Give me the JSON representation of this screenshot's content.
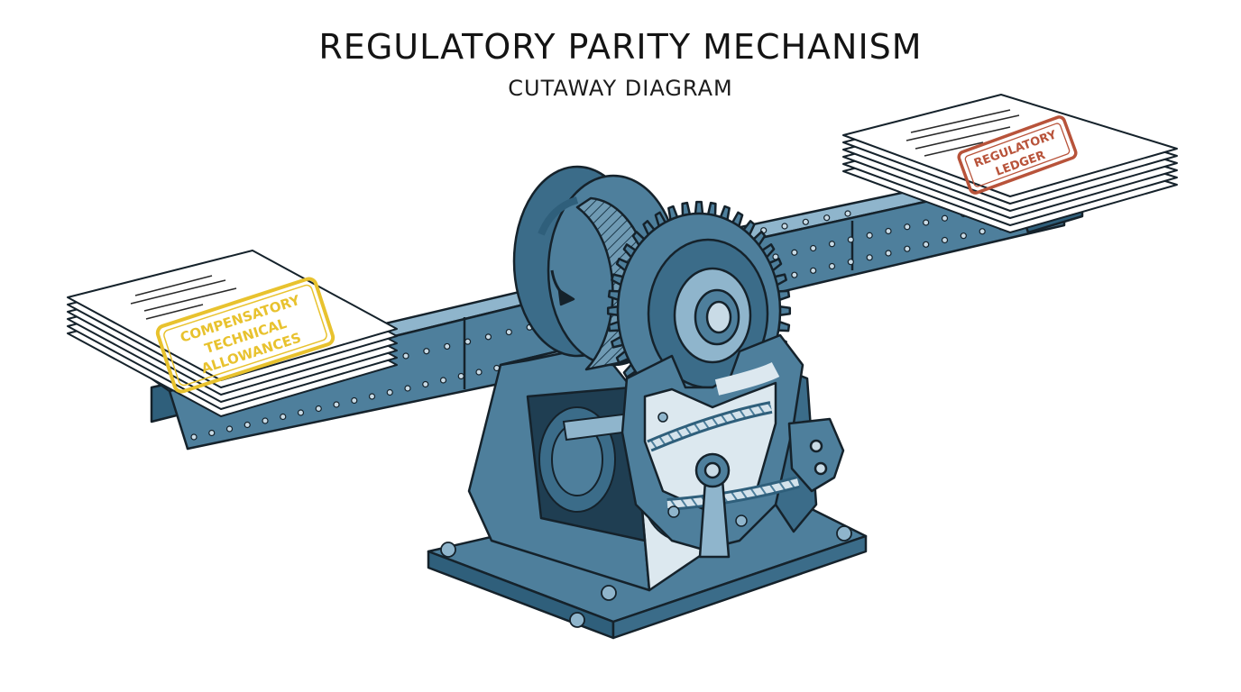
{
  "diagram": {
    "title": "REGULATORY PARITY MECHANISM",
    "subtitle": "CUTAWAY DIAGRAM"
  },
  "left_stack": {
    "stamp_lines": [
      "COMPENSATORY",
      "TECHNICAL",
      "ALLOWANCES"
    ],
    "stamp_color": "#e8c22e"
  },
  "right_stack": {
    "stamp_lines": [
      "REGULATORY",
      "LEDGER"
    ],
    "stamp_color": "#b8533a"
  },
  "colors": {
    "metal": "#4e7f9c",
    "metal_dark": "#2f5f7b",
    "metal_light": "#8fb5cc",
    "outline": "#15222b",
    "paper": "#ffffff"
  }
}
